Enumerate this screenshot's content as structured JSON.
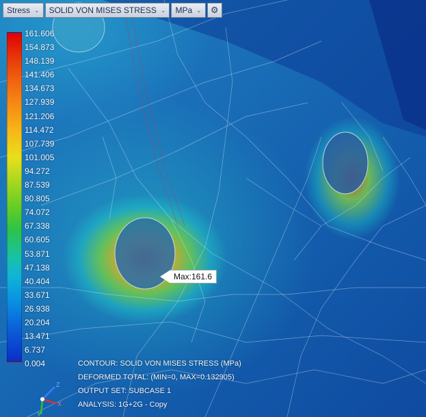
{
  "toolbar": {
    "result_type": "Stress",
    "component": "SOLID VON MISES STRESS",
    "unit": "MPa",
    "settings_icon": "gear-icon"
  },
  "legend": {
    "labels": [
      "161.606",
      "154.873",
      "148.139",
      "141.406",
      "134.673",
      "127.939",
      "121.206",
      "114.472",
      "107.739",
      "101.005",
      "94.272",
      "87.539",
      "80.805",
      "74.072",
      "67.338",
      "60.605",
      "53.871",
      "47.138",
      "40.404",
      "33.671",
      "26.938",
      "20.204",
      "13.471",
      "6.737",
      "0.004"
    ],
    "colors": {
      "max": "#e00000",
      "mid": "#5ccc28",
      "min": "#0a2ec8"
    }
  },
  "marker": {
    "label": "Max:161.6"
  },
  "info": {
    "contour": "CONTOUR: SOLID VON MISES STRESS (MPa)",
    "deformed": "DEFORMED TOTAL: (MIN=0, MAX=0.132905)",
    "output_set": "OUTPUT SET: SUBCASE 1",
    "analysis": "ANALYSIS: 1G+2G - Copy"
  },
  "triad": {
    "x_label": "X",
    "y_label": "Y",
    "z_label": "Z"
  }
}
